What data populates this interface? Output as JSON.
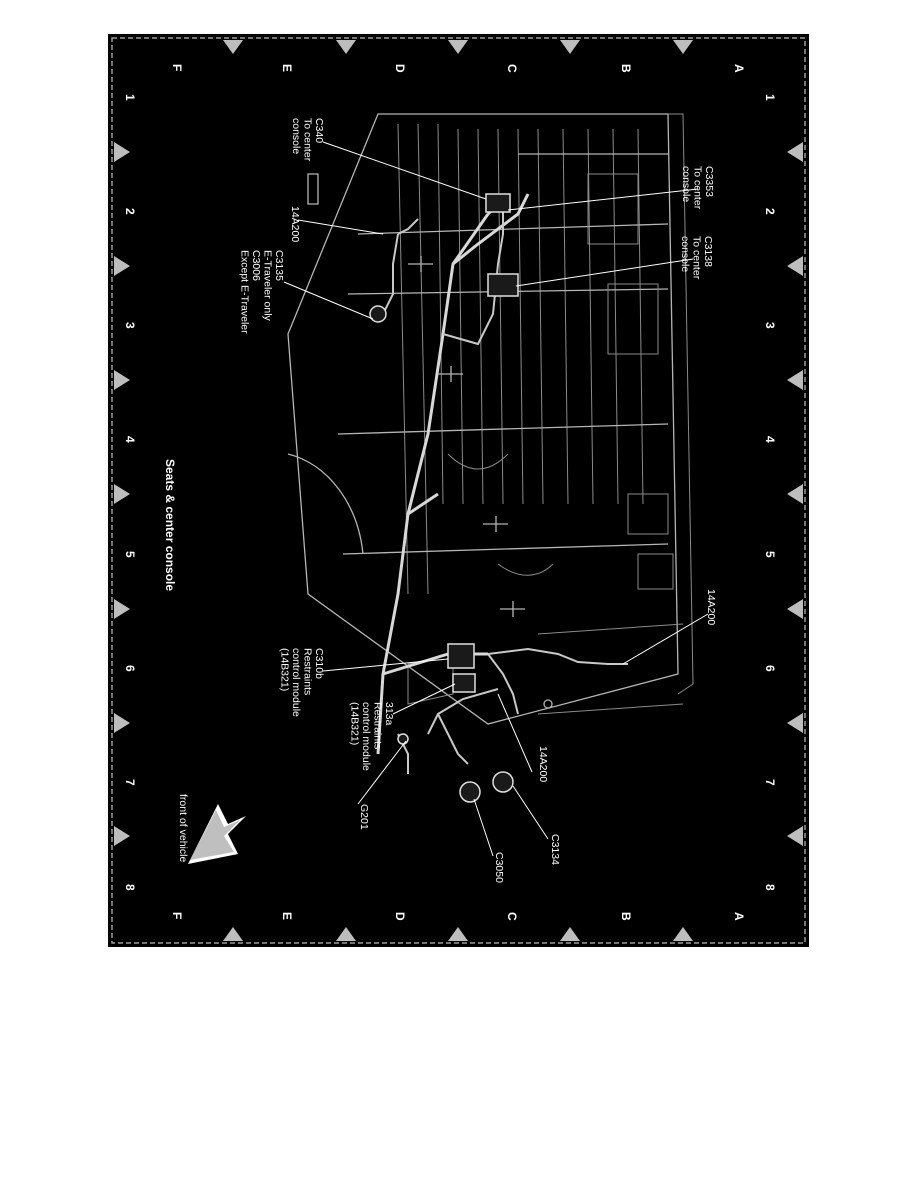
{
  "diagram": {
    "title": "Seats & center console",
    "grid": {
      "columns": [
        "1",
        "2",
        "3",
        "4",
        "5",
        "6",
        "7",
        "8"
      ],
      "rows": [
        "A",
        "B",
        "C",
        "D",
        "E",
        "F"
      ]
    },
    "callouts": {
      "c3353": [
        "C3353",
        "To center",
        "console"
      ],
      "c3138": [
        "C3138",
        "To center",
        "console"
      ],
      "c340": [
        "C340",
        "To center",
        "console"
      ],
      "h14a200_left": [
        "14A200"
      ],
      "c3135": [
        "C3135",
        "E-Traveler only",
        "C3006",
        "Except E-Traveler"
      ],
      "h14a200_top": [
        "14A200"
      ],
      "c310b": [
        "C310b",
        "Restraints",
        "control module",
        "(14B321)"
      ],
      "c313a": [
        "313a",
        "Restraints",
        "control module",
        "(14B321)"
      ],
      "h14a200_mid": [
        "14A200"
      ],
      "g201": [
        "G201"
      ],
      "c3134": [
        "C3134"
      ],
      "c3050": [
        "C3050"
      ],
      "front": [
        "front of vehicle"
      ]
    },
    "colors": {
      "background": "#000000",
      "page": "#ffffff",
      "ink": "#ffffff"
    }
  }
}
